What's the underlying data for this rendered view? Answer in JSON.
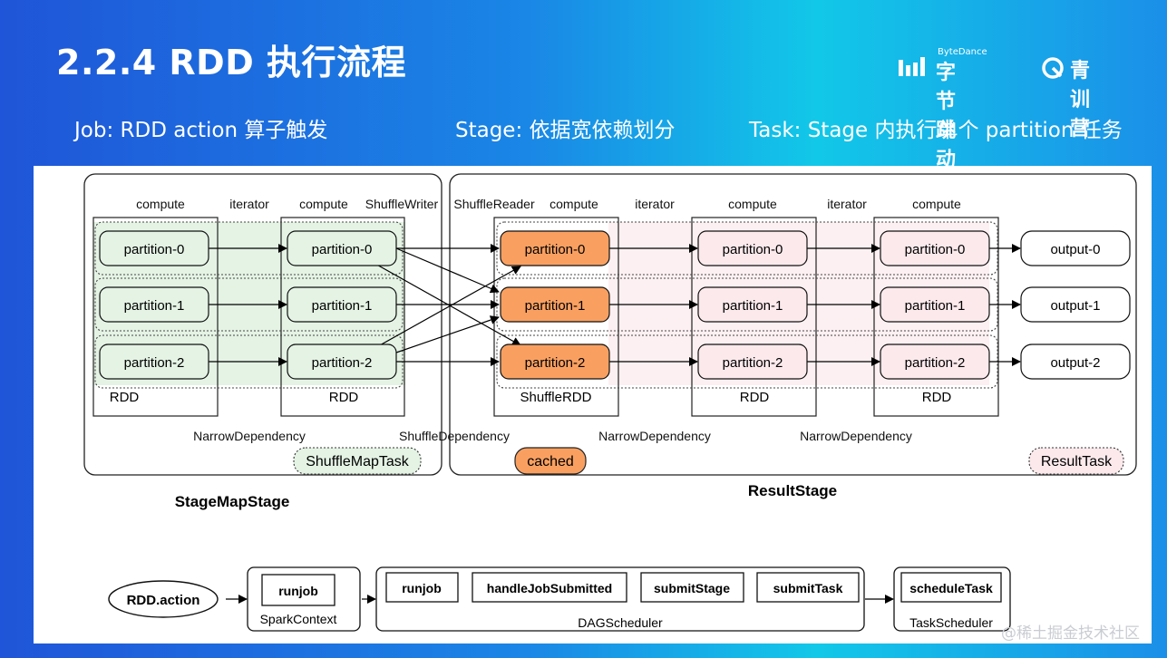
{
  "header": {
    "title": "2.2.4 RDD 执行流程",
    "subtitles": [
      "Job: RDD action 算子触发",
      "Stage: 依据宽依赖划分",
      "Task: Stage 内执行单个 partition 任务"
    ]
  },
  "brand": {
    "bytedance_small": "ByteDance",
    "bytedance_name": "字节跳动",
    "camp_name": "青训营",
    "bytedance_icon": "bytedance-bars-logo",
    "camp_icon": "camp-logo"
  },
  "diagram": {
    "column_labels": [
      "compute",
      "iterator",
      "compute",
      "ShuffleWriter",
      "ShuffleReader",
      "compute",
      "iterator",
      "compute",
      "iterator",
      "compute"
    ],
    "partitions": [
      "partition-0",
      "partition-1",
      "partition-2"
    ],
    "outputs": [
      "output-0",
      "output-1",
      "output-2"
    ],
    "rdd_label": "RDD",
    "shuffle_rdd_label": "ShuffleRDD",
    "dependencies": [
      "NarrowDependency",
      "ShuffleDependency",
      "NarrowDependency",
      "NarrowDependency"
    ],
    "shuffle_map_task": "ShuffleMapTask",
    "cached": "cached",
    "result_task": "ResultTask",
    "stage_map_stage": "StageMapStage",
    "result_stage": "ResultStage",
    "flow": {
      "action": "RDD.action",
      "spark_context_method": "runjob",
      "spark_context": "SparkContext",
      "dag_methods": [
        "runjob",
        "handleJobSubmitted",
        "submitStage",
        "submitTask"
      ],
      "dag_scheduler": "DAGScheduler",
      "task_scheduler_method": "scheduleTask",
      "task_scheduler": "TaskScheduler"
    },
    "colors": {
      "green_fill": "#e4f3e4",
      "cached_fill": "#f9a061",
      "pink_fill": "#fbe9ec",
      "pink_band": "#fdf0f2"
    }
  },
  "watermark": "@稀土掘金技术社区"
}
